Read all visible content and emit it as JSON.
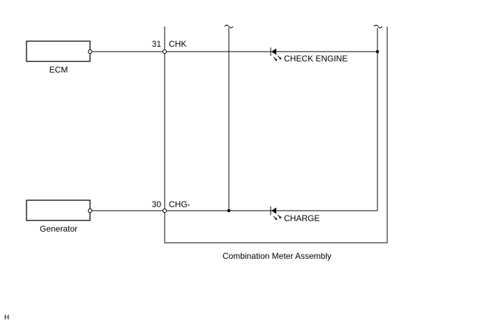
{
  "components": {
    "ecm": {
      "label": "ECM"
    },
    "generator": {
      "label": "Generator"
    },
    "meter": {
      "label": "Combination Meter Assembly"
    }
  },
  "terminals": {
    "chk": {
      "pin": "31",
      "name": "CHK"
    },
    "chg": {
      "pin": "30",
      "name": "CHG-"
    }
  },
  "lamps": {
    "check_engine": {
      "label": "CHECK ENGINE"
    },
    "charge": {
      "label": "CHARGE"
    }
  },
  "footnote": "H"
}
